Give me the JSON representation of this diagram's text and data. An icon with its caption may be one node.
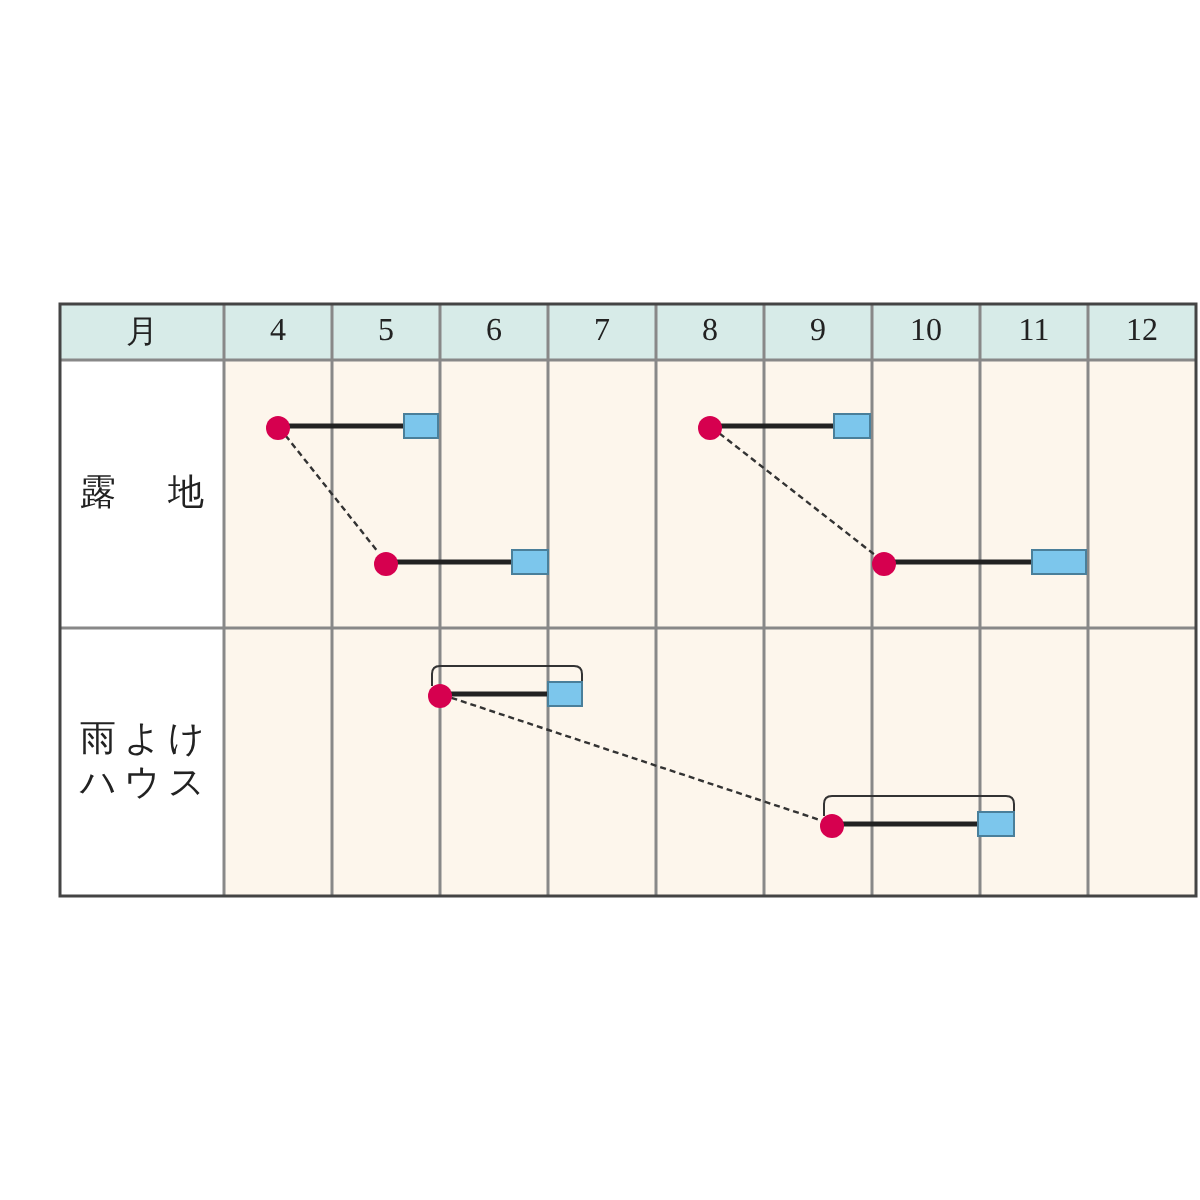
{
  "diagram": {
    "nodes": [
      {
        "text": [],
        "shape": "circle"
      },
      {
        "text": [],
        "shape": "circle"
      },
      {
        "text": [],
        "shape": "circle"
      },
      {
        "text": [],
        "shape": "circle"
      },
      {
        "text": [],
        "shape": "circle"
      },
      {
        "text": [],
        "shape": "circle"
      }
    ],
    "edges": [
      {
        "from": 0,
        "to": 1,
        "arrow": "none",
        "style": "dashed"
      },
      {
        "from": 2,
        "to": 3,
        "arrow": "none",
        "style": "dashed"
      },
      {
        "from": 4,
        "to": 5,
        "arrow": "none",
        "style": "dashed"
      }
    ],
    "labels": [
      "月",
      "4",
      "5",
      "6",
      "7",
      "8",
      "9",
      "10",
      "11",
      "12",
      "露地",
      "雨よけハウス"
    ]
  }
}
